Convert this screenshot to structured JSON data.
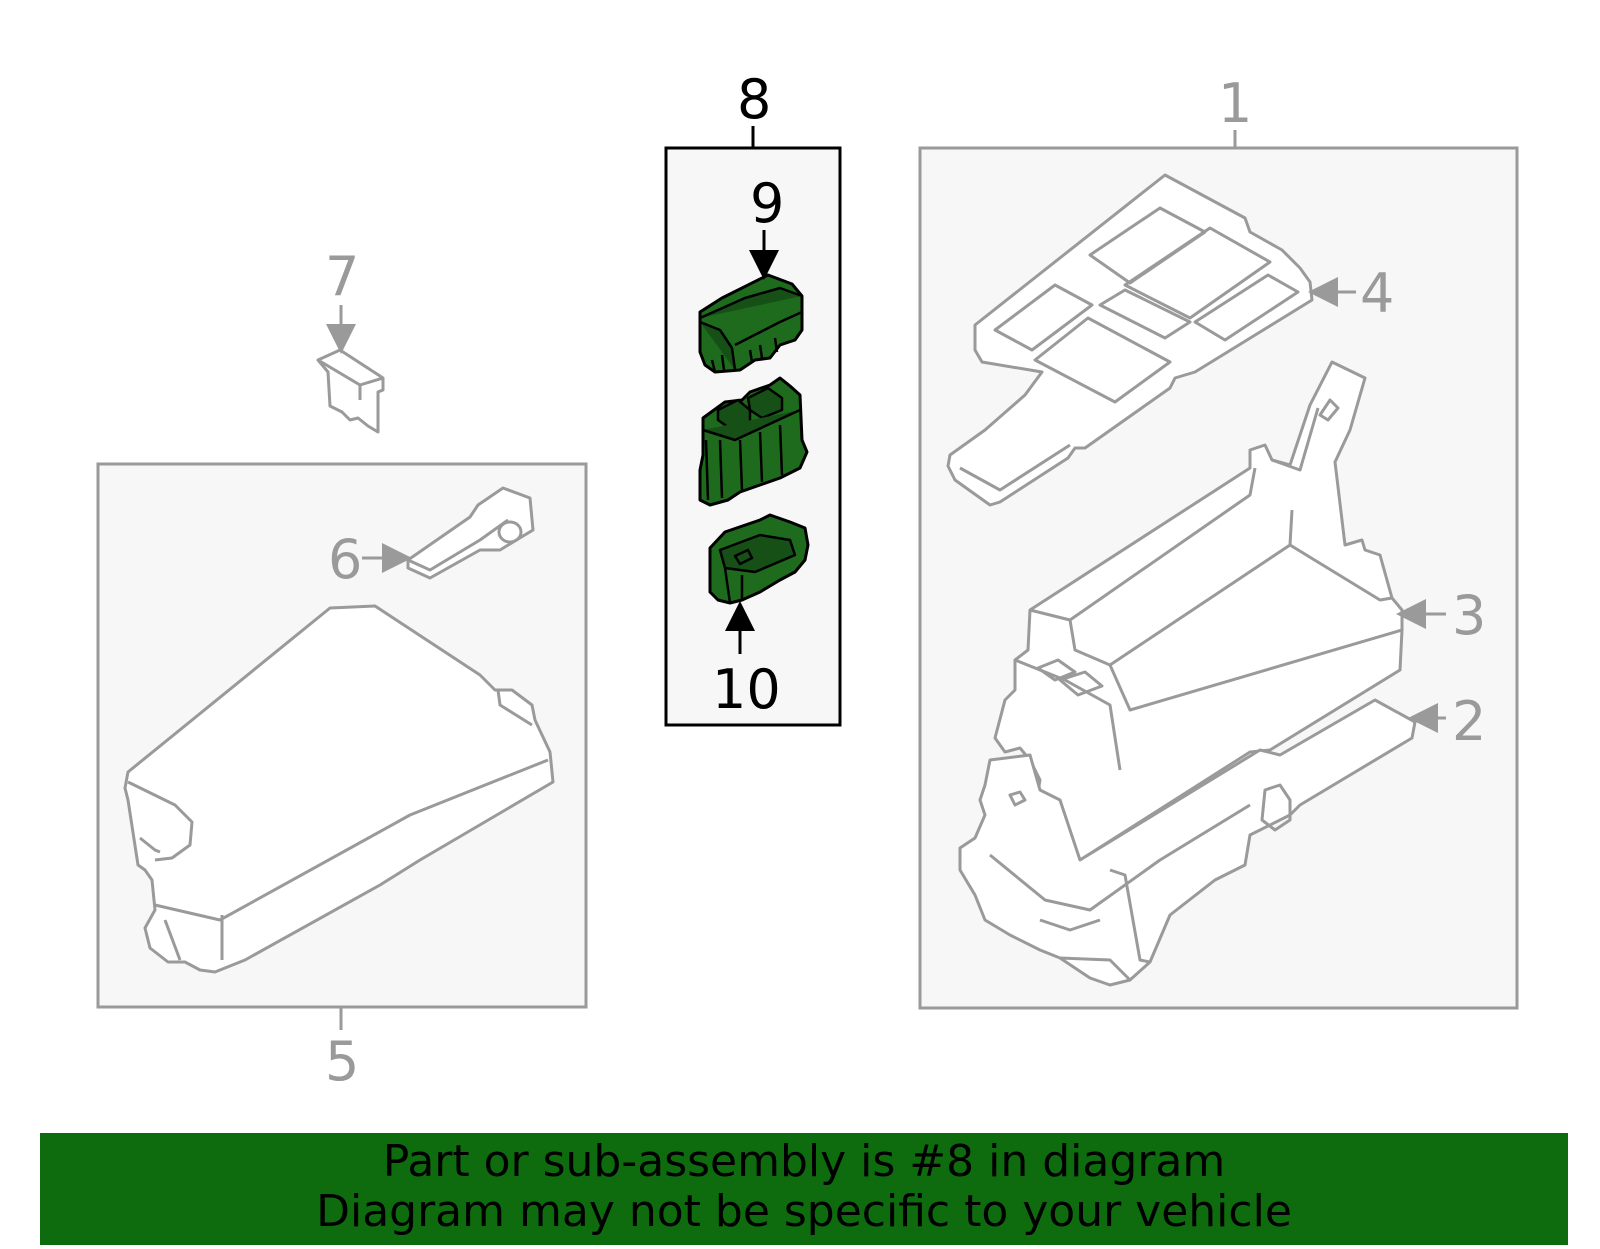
{
  "colors": {
    "highlight": "#1e6b1e",
    "banner": "#0e6b0e",
    "outline_grey": "#9a9a9a",
    "box_fill": "#f7f7f7"
  },
  "callouts": {
    "c1": "1",
    "c2": "2",
    "c3": "3",
    "c4": "4",
    "c5": "5",
    "c6": "6",
    "c7": "7",
    "c8": "8",
    "c9": "9",
    "c10": "10"
  },
  "banner": {
    "line1": "Part or sub-assembly is #8 in diagram",
    "line2": "Diagram may not be specific to your vehicle"
  }
}
